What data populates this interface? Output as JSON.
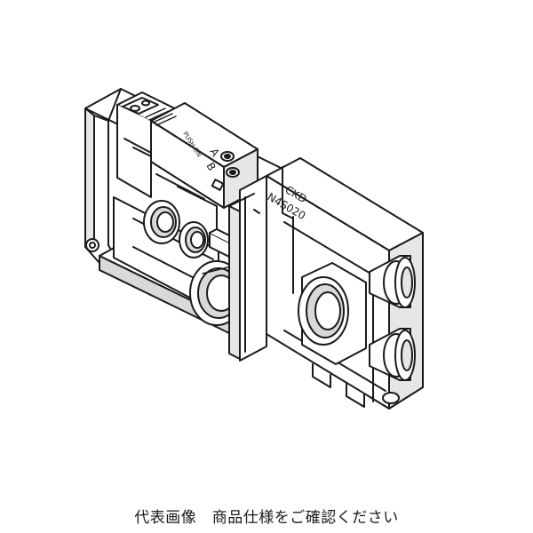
{
  "caption": "代表画像　商品仕様をご確認ください",
  "product": {
    "brand_label": "CKD",
    "model_label": "N4S020",
    "port_label_a": "A",
    "port_label_b": "B",
    "button_label": "PUSH ON"
  },
  "colors": {
    "outline": "#1a1a1a",
    "fill": "#ffffff",
    "shade": "#d9d9d9",
    "dark_shade": "#9a9a9a"
  }
}
